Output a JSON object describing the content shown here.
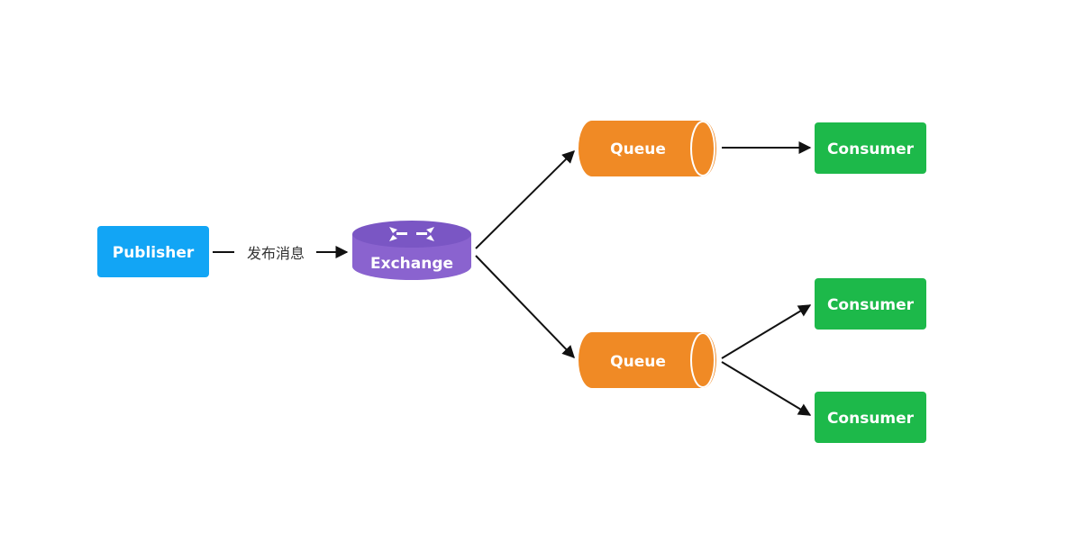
{
  "nodes": {
    "publisher": {
      "label": "Publisher",
      "color": "#12a5f5"
    },
    "exchange": {
      "label": "Exchange",
      "color": "#8a63cf",
      "top_color": "#7a56c4",
      "icon": "exchange-arrows-icon"
    },
    "queue_top": {
      "label": "Queue",
      "color": "#f08a25"
    },
    "queue_bottom": {
      "label": "Queue",
      "color": "#f08a25"
    },
    "consumer_1": {
      "label": "Consumer",
      "color": "#1db94a"
    },
    "consumer_2": {
      "label": "Consumer",
      "color": "#1db94a"
    },
    "consumer_3": {
      "label": "Consumer",
      "color": "#1db94a"
    }
  },
  "edges": {
    "publish_label": "发布消息"
  }
}
